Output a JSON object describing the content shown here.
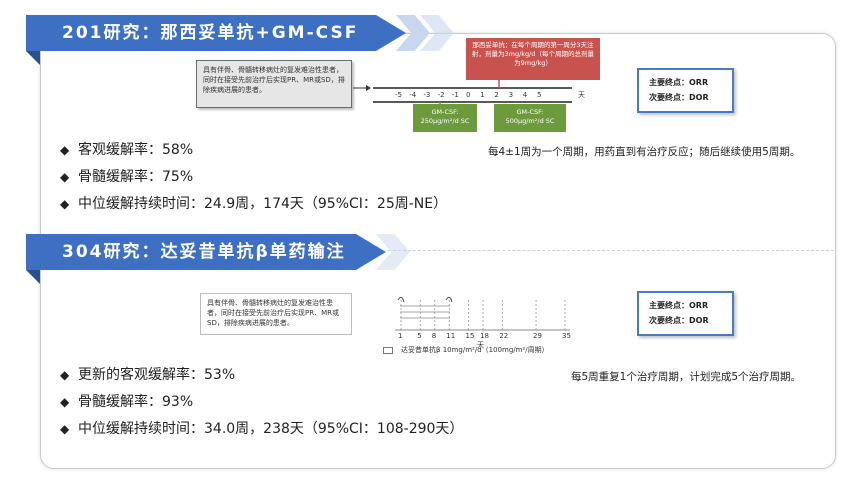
{
  "study1": {
    "title": "201研究：那西妥单抗+GM-CSF",
    "eligibility": "具有伴骨、骨髓转移病灶的复发难治性患者，同时在接受先前治疗后实现PR、MR或SD，排除疾病进展的患者。",
    "naxitamab_box": "那西妥单抗：在每个周期的第一周分3天注射，剂量为3mg/kg/d（每个周期的总剂量为9mg/kg）",
    "gmcsf1": {
      "line1": "GM-CSF:",
      "line2": "250μg/m²/d SC"
    },
    "gmcsf2": {
      "line1": "GM-CSF:",
      "line2": "500μg/m²/d SC"
    },
    "timeline_ticks": [
      "-5",
      "-4",
      "-3",
      "-2",
      "-1",
      "0",
      "1",
      "2",
      "3",
      "4",
      "5"
    ],
    "timeline_unit": "天",
    "endpoints": {
      "primary": "主要终点：ORR",
      "secondary": "次要终点：DOR"
    },
    "cycle_note": "每4±1周为一个周期，用药直到有治疗反应；随后继续使用5周期。",
    "bullets": [
      "客观缓解率：58%",
      "骨髓缓解率：75%",
      "中位缓解持续时间：24.9周，174天（95%CI：25周-NE）"
    ]
  },
  "study2": {
    "title": "304研究：达妥昔单抗β单药输注",
    "eligibility": "具有伴骨、骨髓转移病灶的复发难治性患者，同时在接受先前治疗后实现PR、MR或SD，排除疾病进展的患者。",
    "timeline_ticks": [
      "1",
      "5",
      "8",
      "11",
      "15",
      "18",
      "22",
      "29",
      "35"
    ],
    "timeline_unit": "天",
    "legend": "达妥昔单抗β 10mg/m²/d（100mg/m²/周期）",
    "endpoints": {
      "primary": "主要终点：ORR",
      "secondary": "次要终点：DOR"
    },
    "cycle_note": "每5周重复1个治疗周期，计划完成5个治疗周期。",
    "bullets": [
      "更新的客观缓解率：53%",
      "骨髓缓解率：93%",
      "中位缓解持续时间：34.0周，238天（95%CI：108-290天）"
    ]
  },
  "bullet_glyph": "◆",
  "colors": {
    "band": "#3d6fc2",
    "red_box": "#c8534e",
    "green_box": "#6c9a3d",
    "endpoint_border": "#4a79c8"
  }
}
